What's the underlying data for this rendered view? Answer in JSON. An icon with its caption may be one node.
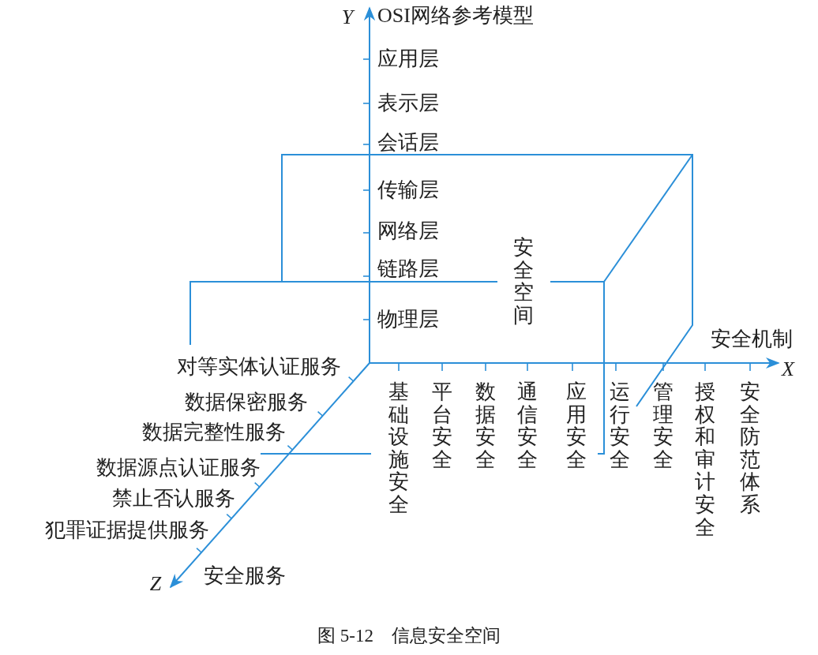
{
  "diagram": {
    "caption": "图 5-12　信息安全空间",
    "labels": [
      "Y",
      "OSI网络参考模型",
      "应用层",
      "表示层",
      "会话层",
      "传输层",
      "网络层",
      "链路层",
      "安全空间",
      "物理层",
      "安全机制",
      "X",
      "对等实体认证服务",
      "数据保密服务",
      "数据完整性服务",
      "数据源点认证服务",
      "禁止否认服务",
      "犯罪证据提供服务",
      "基础设施安全",
      "平台安全",
      "数据安全",
      "通信安全",
      "应用安全",
      "运行安全",
      "管理安全",
      "授权和审计安全",
      "安全防范体系",
      "Z",
      "安全服务"
    ]
  }
}
